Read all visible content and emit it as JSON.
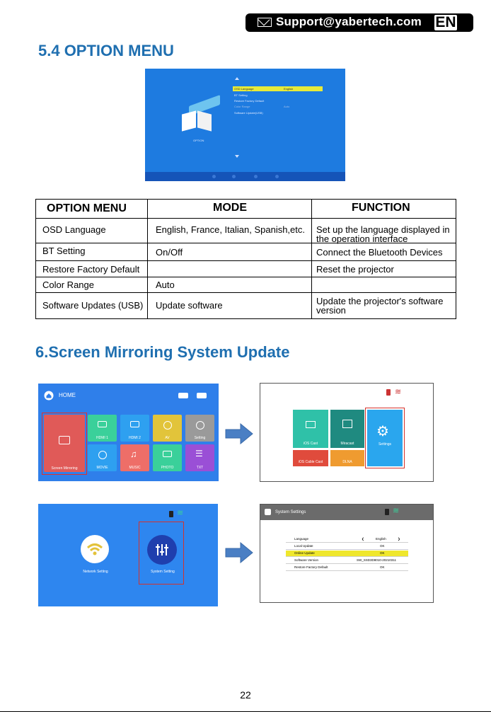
{
  "header": {
    "support_email": "Support@yabertech.com",
    "lang_badge": "EN"
  },
  "section_option": {
    "title": "5.4 OPTION MENU",
    "screenshot": {
      "items": [
        "OSD Language",
        "BT Setting",
        "Restore Factory Default",
        "Color Range",
        "Software Update(USB)"
      ],
      "selected_value": "English",
      "color_range_value": "Auto",
      "caption": "OPTION"
    }
  },
  "option_table": {
    "headers": [
      "OPTION MENU",
      "MODE",
      "FUNCTION"
    ],
    "rows": [
      {
        "option": "OSD Language",
        "mode": "English, France, Italian, Spanish,etc.",
        "function": "Set up the language displayed in the operation interface"
      },
      {
        "option": "BT Setting",
        "mode": "On/Off",
        "function": "Connect the Bluetooth Devices"
      },
      {
        "option": "Restore Factory Default",
        "mode": "",
        "function": "Reset the projector"
      },
      {
        "option": "Color Range",
        "mode": "Auto",
        "function": ""
      },
      {
        "option": "Software Updates (USB)",
        "mode": "Update software",
        "function": "Update the projector's software version"
      }
    ]
  },
  "section_mirroring": {
    "title": "6.Screen Mirroring System Update",
    "home": {
      "title": "HOME",
      "tiles": [
        "Screen Mirroring",
        "HDMI 1",
        "HDMI 2",
        "AV",
        "Setting",
        "MOVIE",
        "MUSIC",
        "PHOTO",
        "TXT"
      ]
    },
    "mirror_menu": {
      "tiles": [
        "iOS Cast",
        "Miracast",
        "Settings",
        "iOS Cable Cast",
        "DLNA"
      ]
    },
    "system": {
      "tiles": [
        "Network Setting",
        "System Setting"
      ]
    },
    "system_settings": {
      "title": "System Settings",
      "rows": [
        {
          "label": "Language",
          "value": "English"
        },
        {
          "label": "Local Update",
          "value": "OK"
        },
        {
          "label": "Online Update",
          "value": "OK"
        },
        {
          "label": "Software Version",
          "value": "SW_SSD3D8010-20210311"
        },
        {
          "label": "Restore Factory Default",
          "value": "OK"
        }
      ]
    }
  },
  "footer": {
    "page_number": "22"
  },
  "colors": {
    "heading": "#1f6fb0",
    "screen_blue": "#2f7fea",
    "highlight": "#e7ea3a",
    "arrow": "#4a7fc4"
  }
}
